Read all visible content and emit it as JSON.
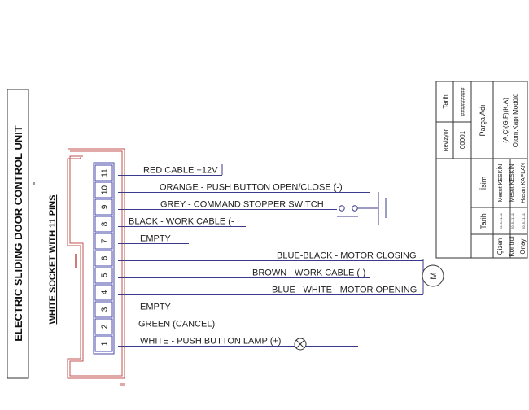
{
  "title": "ELECTRIC SLIDING DOOR CONTROL UNIT",
  "subtitle": "WHITE SOCKET WITH 11 PINS",
  "pins": [
    "11",
    "10",
    "9",
    "8",
    "7",
    "6",
    "5",
    "4",
    "3",
    "2",
    "1"
  ],
  "wires": [
    {
      "pin": "11",
      "label": "RED CABLE +12V"
    },
    {
      "pin": "10",
      "label": "ORANGE - PUSH BUTTON OPEN/CLOSE (-)"
    },
    {
      "pin": "9",
      "label": "GREY - COMMAND STOPPER SWITCH"
    },
    {
      "pin": "8",
      "label": "BLACK - WORK CABLE (-"
    },
    {
      "pin": "7",
      "label": "EMPTY"
    },
    {
      "pin": "6",
      "label": "BLUE-BLACK - MOTOR CLOSING"
    },
    {
      "pin": "5",
      "label": "BROWN - WORK CABLE (-)"
    },
    {
      "pin": "4",
      "label": "BLUE - WHITE - MOTOR OPENING"
    },
    {
      "pin": "3",
      "label": "EMPTY"
    },
    {
      "pin": "2",
      "label": "GREEN   (CANCEL)"
    },
    {
      "pin": "1",
      "label": "WHITE - PUSH BUTTON LAMP (+)"
    }
  ],
  "motor_symbol": "M",
  "title_block": {
    "revision_label": "Revizyon",
    "revision_value": "00001",
    "date_label": "Tarih",
    "date_value": "#########",
    "part_name_label": "Parça Adı",
    "part_name_line1": "(A.Ç)(G.F)(K.A)",
    "part_name_line2": "Otom.Kapı Modülü",
    "name_header": "İsim",
    "date_header": "Tarih",
    "rows": [
      {
        "role": "Çizen",
        "date": "2015-11-11",
        "name": "Mesut KESKİN"
      },
      {
        "role": "Kontrol",
        "date": "2015-11-11",
        "name": "Mesut KESKİN"
      },
      {
        "role": "Onay",
        "date": "2015-11-11",
        "name": "Hasan KAPLAN"
      }
    ]
  },
  "colors": {
    "connector": "#c0504d",
    "pin_box": "#4a4aaa",
    "wire": "#3a3a8a",
    "text": "#222222"
  }
}
